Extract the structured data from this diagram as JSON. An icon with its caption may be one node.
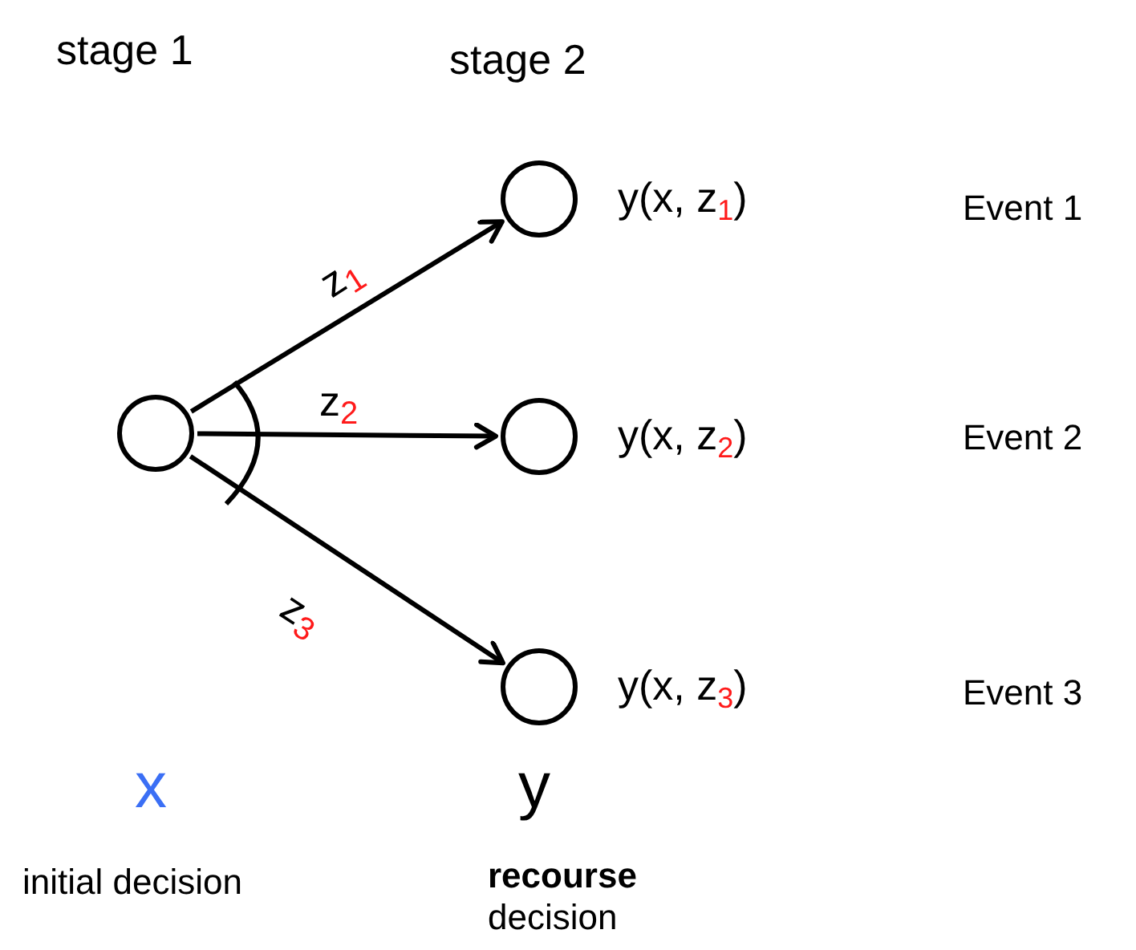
{
  "diagram": {
    "nodes": [
      {
        "text": [],
        "shape": "circle"
      },
      {
        "text": [],
        "shape": "circle",
        "beside": [
          "y(x, z$_{1}$)"
        ]
      },
      {
        "text": [],
        "shape": "circle",
        "beside": [
          "y(x, z$_{2}$)"
        ]
      },
      {
        "text": [],
        "shape": "circle",
        "beside": [
          "y(x, z$_{3}$)"
        ]
      }
    ],
    "edges": [
      {
        "from": 0,
        "to": 1,
        "arrow": "to",
        "label": "z$_{1}$"
      },
      {
        "from": 0,
        "to": 2,
        "arrow": "to",
        "label": "z$_{2}$"
      },
      {
        "from": 0,
        "to": 3,
        "arrow": "to",
        "label": "z$_{3}$"
      }
    ],
    "labels": [
      "stage 1",
      "stage 2",
      "Event 1",
      "Event 2",
      "Event 3",
      "x",
      "initial decision",
      "y",
      "**recourse** decision"
    ]
  }
}
